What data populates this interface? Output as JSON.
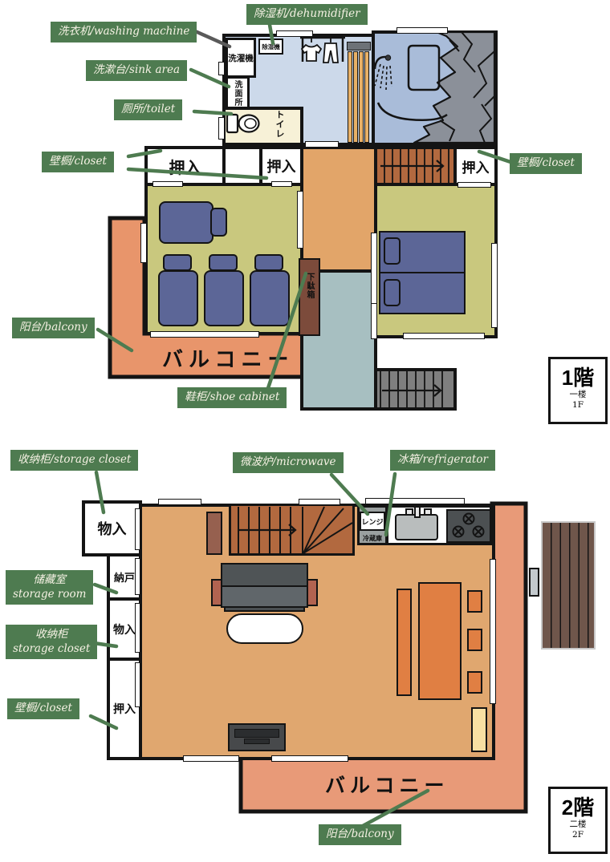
{
  "palette": {
    "annotation_green": "#4e7b50",
    "annotation_text": "#f6f2e4",
    "wall_black": "#141414",
    "tatami_olive": "#c9c87e",
    "corridor_tan": "#e2a569",
    "balcony_f1": "#e8956b",
    "balcony_f2": "#e89a78",
    "laundry_blue": "#ccd9ea",
    "bath_blue": "#a9bcd9",
    "toilet_cream": "#f7f1d7",
    "entrance_teal": "#a7bfc1",
    "stairs_wood": "#b2693f",
    "futon_blue": "#5c6697",
    "rock_gray": "#8b9099",
    "livingroom_tan": "#e0a76f",
    "dining_orange": "#e07f43"
  },
  "floor1": {
    "annotations": {
      "washing_machine": "洗衣机/washing machine",
      "dehumidifier": "除湿机/dehumidifier",
      "sink_area": "洗漱台/sink area",
      "toilet": "厕所/toilet",
      "closet_left": "壁橱/closet",
      "closet_right": "壁橱/closet",
      "balcony": "阳台/balcony",
      "shoe_cabinet": "鞋柜/shoe cabinet"
    },
    "rooms": {
      "laundry_machine": "洗濯機",
      "dehumidifier_unit": "除湿機",
      "sink": "洗面所",
      "toilet": "トイレ",
      "oshiire": "押入",
      "geta_box": "下駄箱",
      "balcony": "バルコニー"
    },
    "badge": {
      "title": "1階",
      "sub": "一楼",
      "floor": "1F"
    }
  },
  "floor2": {
    "annotations": {
      "storage_closet_top": "收纳柜/storage closet",
      "microwave": "微波炉/microwave",
      "refrigerator": "冰箱/refrigerator",
      "storage_room_zh": "储藏室",
      "storage_room_en": "storage room",
      "storage_closet_zh": "收纳柜",
      "storage_closet_en": "storage closet",
      "closet": "壁橱/closet",
      "balcony": "阳台/balcony"
    },
    "rooms": {
      "mono_ire": "物入",
      "nando": "納戸",
      "oshiire": "押入",
      "range": "レンジ",
      "fridge": "冷蔵庫",
      "balcony": "バルコニー"
    },
    "badge": {
      "title": "2階",
      "sub": "二楼",
      "floor": "2F"
    }
  }
}
